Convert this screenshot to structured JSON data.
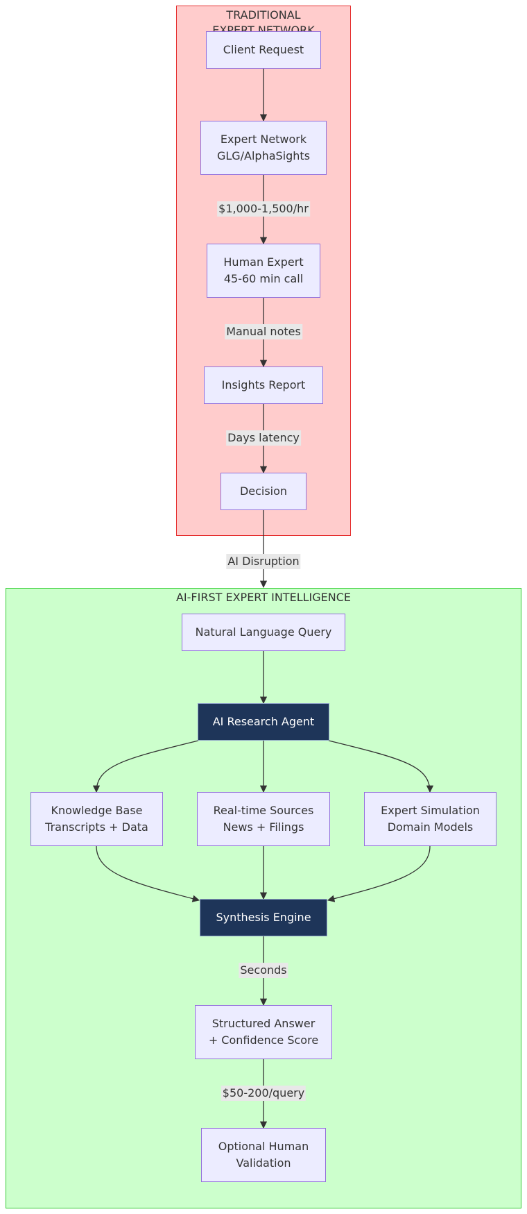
{
  "subgraphs": {
    "traditional": "TRADITIONAL EXPERT NETWORK",
    "ai_first": "AI-FIRST EXPERT INTELLIGENCE"
  },
  "nodes": {
    "client_request": "Client Request",
    "expert_network": "Expert Network\nGLG/AlphaSights",
    "human_expert": "Human Expert\n45-60 min call",
    "insights_report": "Insights Report",
    "decision": "Decision",
    "nl_query": "Natural Language Query",
    "ai_agent": "AI Research Agent",
    "knowledge_base": "Knowledge Base\nTranscripts + Data",
    "realtime_sources": "Real-time Sources\nNews + Filings",
    "expert_simulation": "Expert Simulation\nDomain Models",
    "synthesis_engine": "Synthesis Engine",
    "structured_answer": "Structured Answer\n+ Confidence Score",
    "human_validation": "Optional Human\nValidation"
  },
  "edge_labels": {
    "cost_per_hour": "$1,000-1,500/hr",
    "manual_notes": "Manual notes",
    "days_latency": "Days latency",
    "ai_disruption": "AI Disruption",
    "seconds": "Seconds",
    "cost_per_query": "$50-200/query"
  },
  "colors": {
    "traditional_fill": "#ffcccc",
    "traditional_border": "#e53030",
    "ai_fill": "#ccffcc",
    "ai_border": "#33cc33",
    "node_fill": "#ececff",
    "node_border": "#9370db",
    "highlight_fill": "#1e3559",
    "edge": "#333333"
  }
}
